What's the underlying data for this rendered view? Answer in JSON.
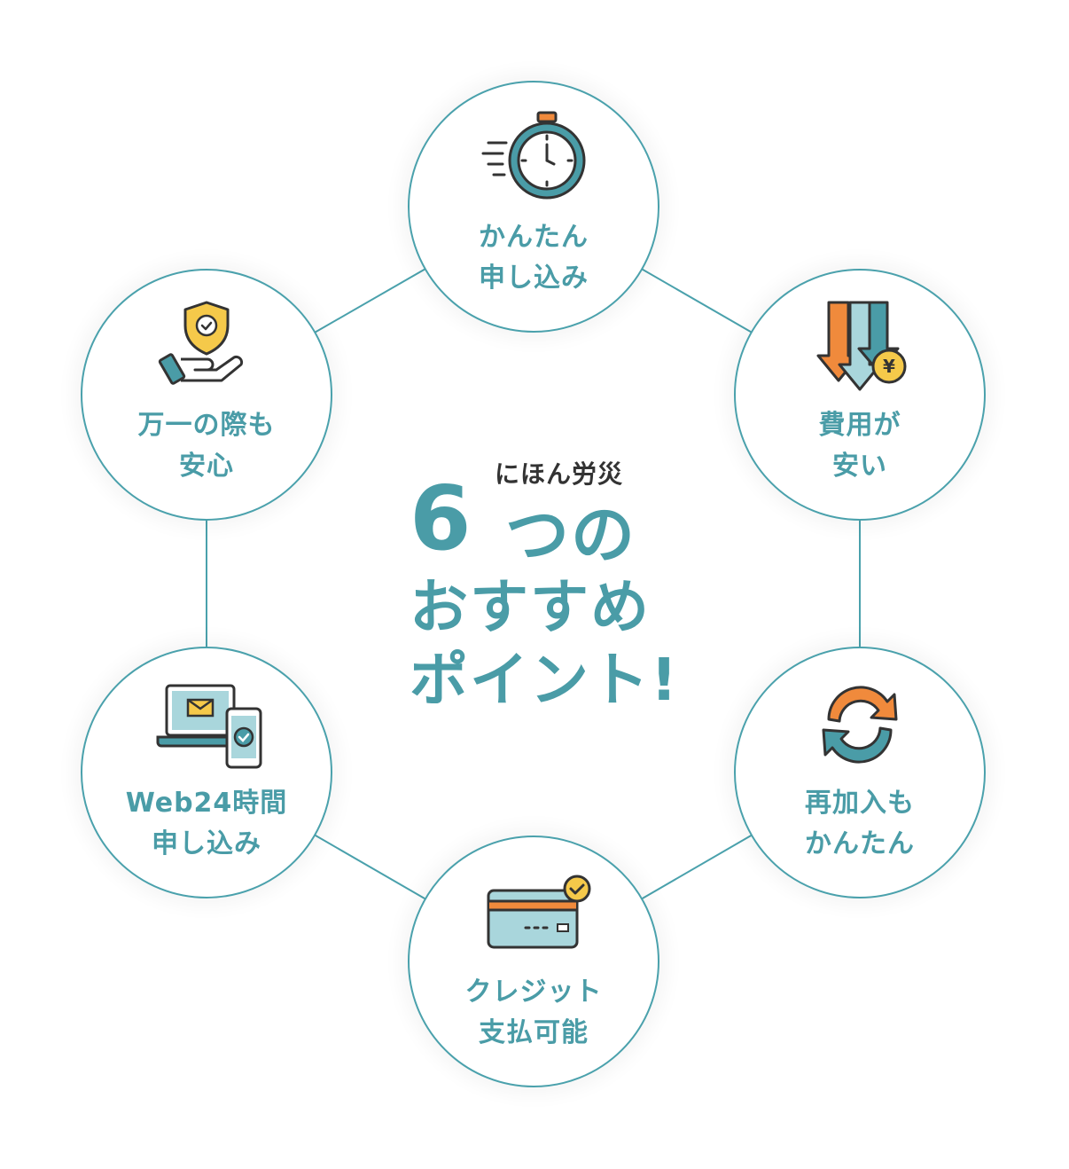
{
  "header": {
    "subtitle": "にほん労災",
    "number": "6",
    "line1": "つの",
    "line2": "おすすめ",
    "line3": "ポイント!"
  },
  "points": [
    {
      "line1": "かんたん",
      "line2": "申し込み",
      "icon": "stopwatch-icon"
    },
    {
      "line1": "費用が",
      "line2": "安い",
      "icon": "price-down-icon"
    },
    {
      "line1": "再加入も",
      "line2": "かんたん",
      "icon": "refresh-icon"
    },
    {
      "line1": "クレジット",
      "line2": "支払可能",
      "icon": "credit-card-icon"
    },
    {
      "line1": "Web24時間",
      "line2": "申し込み",
      "icon": "devices-icon"
    },
    {
      "line1": "万一の際も",
      "line2": "安心",
      "icon": "shield-hand-icon"
    }
  ],
  "colors": {
    "teal": "#4a9ca7",
    "teal_light": "#a9d6dc",
    "orange": "#f08a3c",
    "dark": "#333333",
    "yellow": "#f5c94a"
  }
}
